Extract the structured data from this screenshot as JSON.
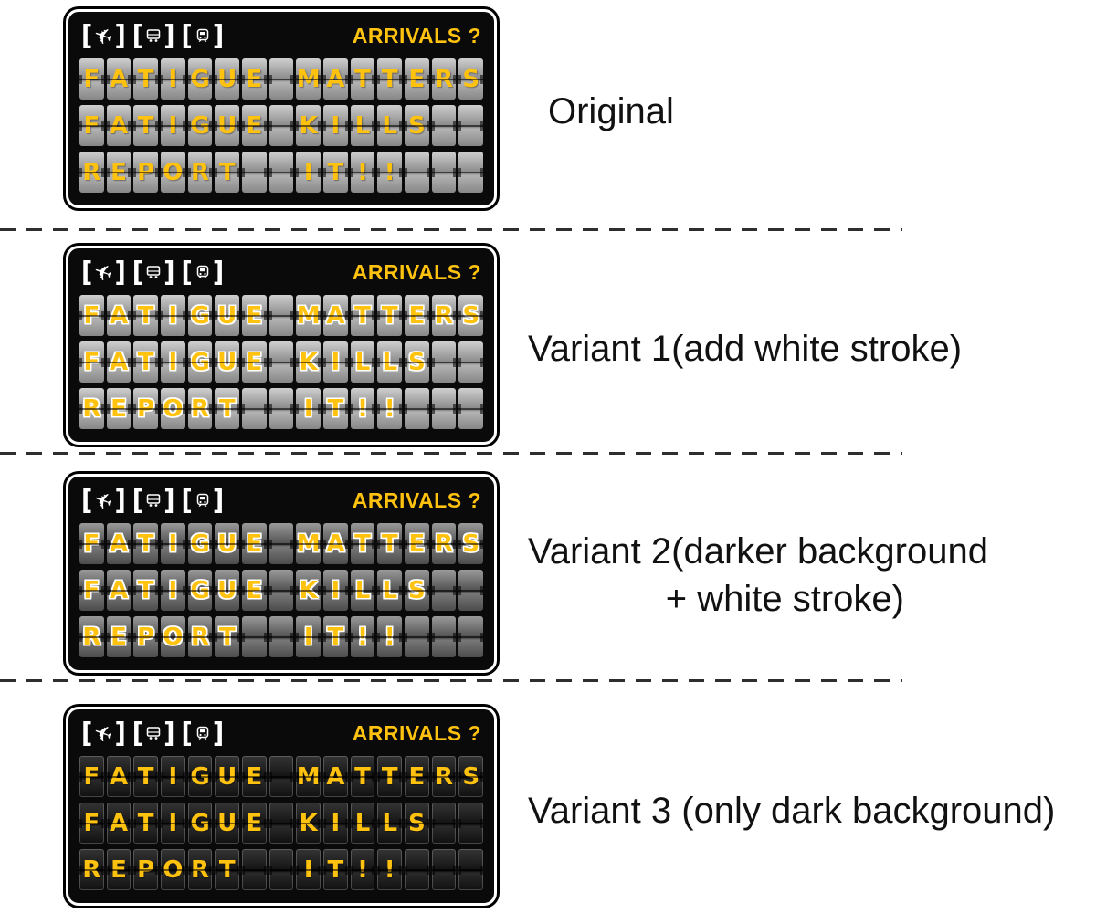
{
  "board_text": {
    "arrivals_label": "ARRIVALS ?",
    "rows": [
      "FATIGUE MATTERS",
      "FATIGUE KILLS",
      "REPORT  IT!!"
    ],
    "columns": 15
  },
  "brackets": {
    "left": "[",
    "right": "]"
  },
  "plane_glyph": "✈",
  "icons": [
    "plane-landing-icon",
    "bus-icon",
    "train-icon"
  ],
  "boards": [
    {
      "variant": "original",
      "caption_line1": "Original",
      "caption_line2": ""
    },
    {
      "variant": "white-stroke",
      "caption_line1": "Variant 1(add white stroke)",
      "caption_line2": ""
    },
    {
      "variant": "darker-background-white-stroke",
      "caption_line1": "Variant 2(darker background",
      "caption_line2": "+ white stroke)"
    },
    {
      "variant": "dark-background-only",
      "caption_line1": "Variant 3 (only dark background)",
      "caption_line2": ""
    }
  ],
  "colors": {
    "letter_yellow": "#FFC20E",
    "stroke_white": "#FFFFFF",
    "board_background": "#0A0A0A",
    "flap_gray_light": "#A6A6A6",
    "flap_gray_dark": "#555555",
    "flap_near_black": "#151515",
    "caption_text": "#111111"
  }
}
